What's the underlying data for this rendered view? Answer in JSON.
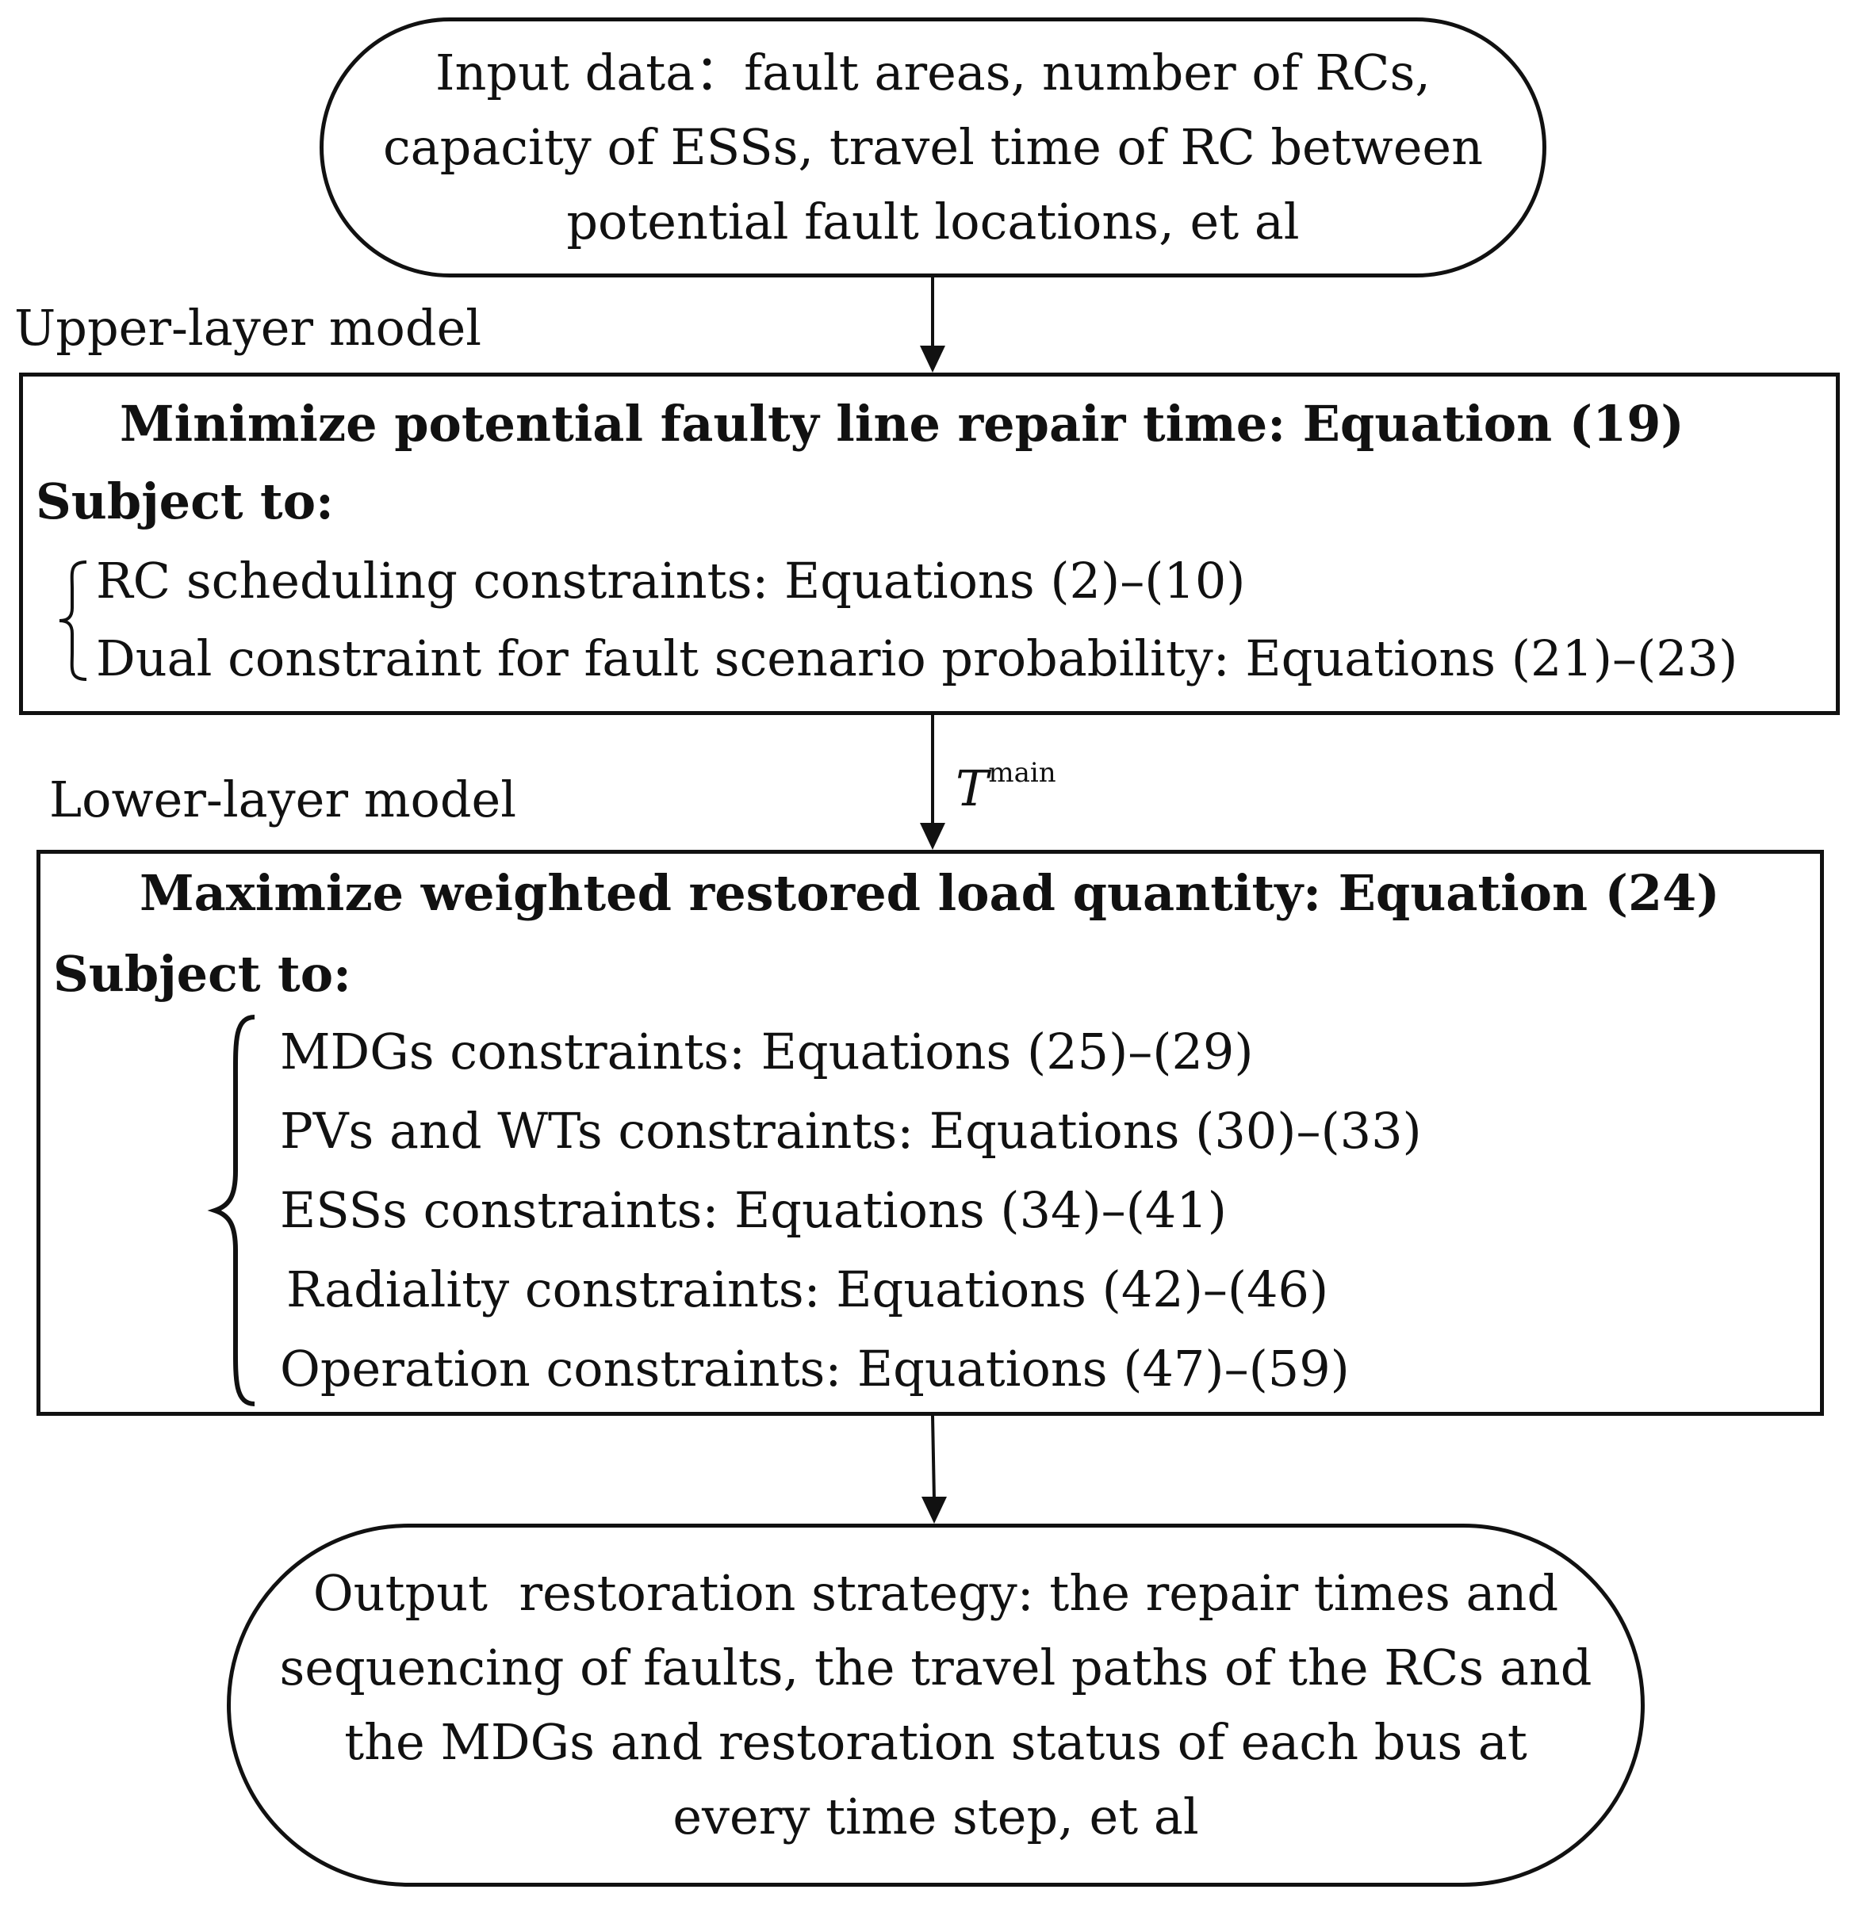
{
  "start": {
    "lines": [
      "Input data：fault areas, number of RCs,",
      "capacity of ESSs, travel time of RC between",
      "potential fault locations, et al"
    ]
  },
  "upper": {
    "layer_label": "Upper-layer model",
    "objective": "Minimize potential faulty line repair time: Equation (19)",
    "subject_to": "Subject to:",
    "constraints": [
      "RC scheduling constraints: Equations (2)–(10)",
      "Dual constraint for fault scenario probability: Equations (21)–(23)"
    ]
  },
  "transfer": {
    "variable": "T",
    "superscript": "main"
  },
  "lower": {
    "layer_label": "Lower-layer model",
    "objective": "Maximize weighted restored load quantity: Equation (24)",
    "subject_to": "Subject to:",
    "constraints": [
      "MDGs constraints: Equations (25)–(29)",
      "PVs and WTs constraints: Equations (30)–(33)",
      "ESSs constraints: Equations (34)–(41)",
      "Radiality constraints: Equations (42)–(46)",
      "Operation constraints: Equations (47)–(59)"
    ]
  },
  "end": {
    "lines": [
      "Output  restoration strategy: the repair times and",
      "sequencing of faults, the travel paths of the RCs and",
      "the MDGs and restoration status of each bus at",
      "every time step, et al"
    ]
  }
}
